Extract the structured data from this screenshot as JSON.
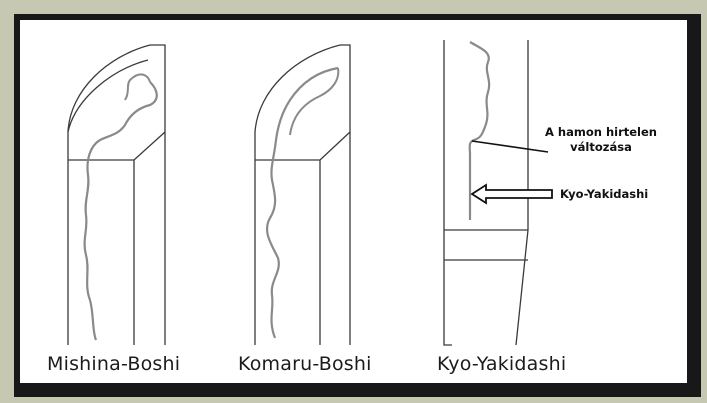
{
  "diagrams": [
    {
      "id": "mishina",
      "caption": "Mishina-Boshi"
    },
    {
      "id": "komaru",
      "caption": "Komaru-Boshi"
    },
    {
      "id": "kyo",
      "caption": "Kyo-Yakidashi"
    }
  ],
  "annotations": {
    "hamon_change_line1": "A hamon hirtelen",
    "hamon_change_line2": "változása",
    "arrow_label": "Kyo-Yakidashi"
  },
  "colors": {
    "outer_background": "#c7c8b1",
    "border": "#181818",
    "panel": "#ffffff",
    "line": "#3a3a3a",
    "hamon": "#8a8a8a"
  }
}
